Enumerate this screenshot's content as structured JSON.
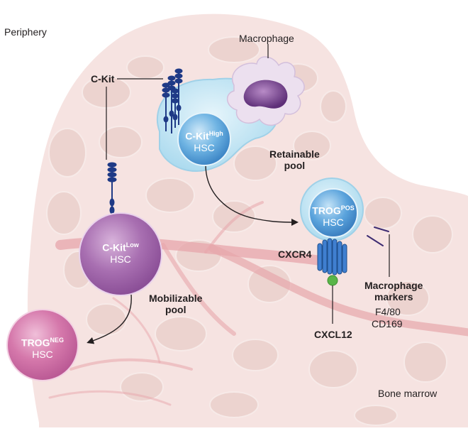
{
  "labels": {
    "periphery": "Periphery",
    "bone_marrow": "Bone marrow",
    "macrophage": "Macrophage",
    "ckit": "C-Kit",
    "retainable_pool": "Retainable\npool",
    "mobilizable_pool": "Mobilizable\npool",
    "cxcr4": "CXCR4",
    "cxcl12": "CXCL12",
    "macrophage_markers": "Macrophage\nmarkers",
    "marker_f4_80": "F4/80",
    "marker_cd169": "CD169"
  },
  "cells": {
    "ckit_high": {
      "name": "C-Kit",
      "sup": "High",
      "type": "HSC"
    },
    "ckit_low": {
      "name": "C-Kit",
      "sup": "Low",
      "type": "HSC"
    },
    "trog_pos": {
      "name": "TROG",
      "sup": "POS",
      "type": "HSC"
    },
    "trog_neg": {
      "name": "TROG",
      "sup": "NEG",
      "type": "HSC"
    }
  },
  "colors": {
    "marrow": "#f6e3e1",
    "bone_trabecula": "#ecd3cf",
    "vessel": "#e7a6ab",
    "niche_cell": "#bfe5f2",
    "hsc_blue": "#4a9ed6",
    "hsc_purple": "#a468ad",
    "hsc_pink": "#cd67a0",
    "macrophage": "#6f3e86",
    "receptor": "#1f3a86",
    "ligand": "#59b548"
  }
}
